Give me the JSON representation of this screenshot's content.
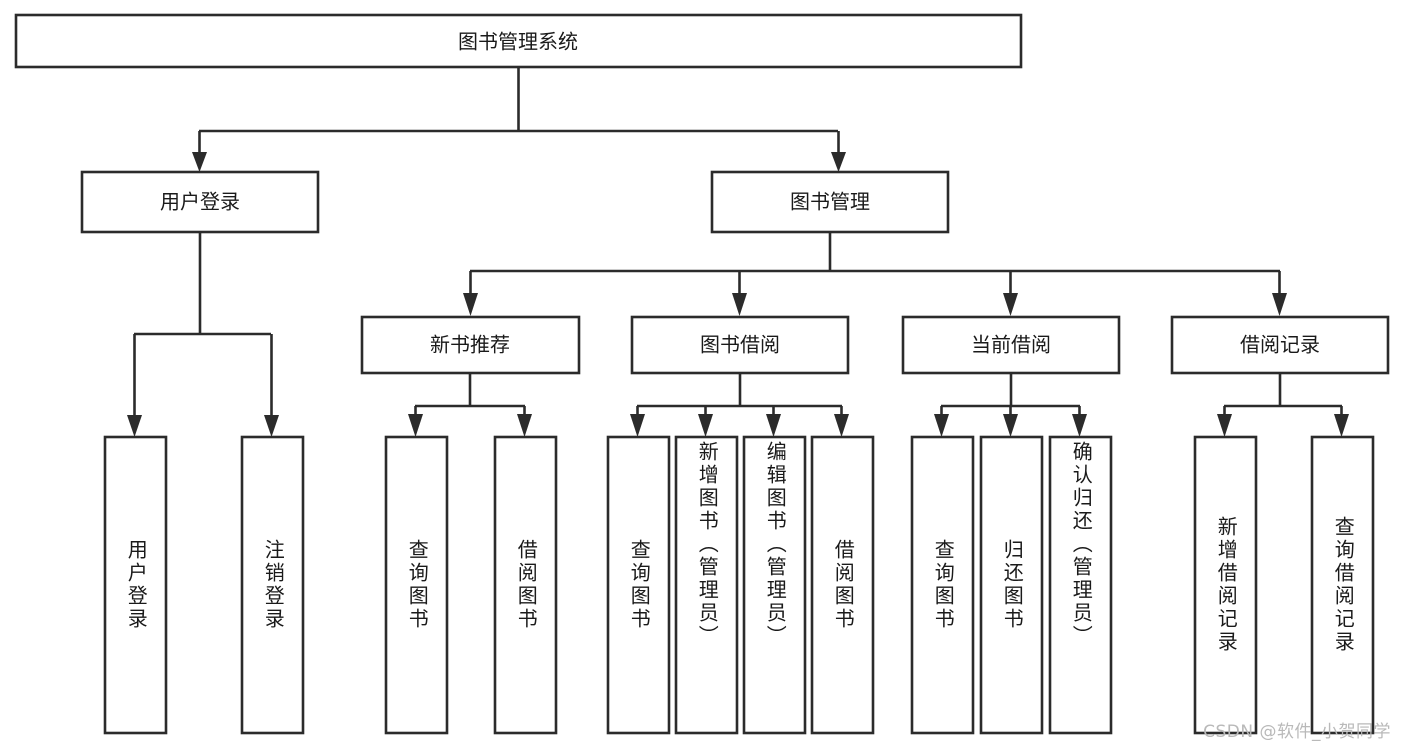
{
  "diagram": {
    "type": "tree-hierarchy",
    "title": "图书管理系统",
    "watermark": "CSDN @软件_小贺同学",
    "levels": {
      "root": {
        "label": "图书管理系统"
      },
      "level2": [
        {
          "id": "user-login",
          "label": "用户登录"
        },
        {
          "id": "book-management",
          "label": "图书管理"
        }
      ],
      "level3": [
        {
          "id": "new-book-recommend",
          "label": "新书推荐",
          "parent": "book-management"
        },
        {
          "id": "book-borrow",
          "label": "图书借阅",
          "parent": "book-management"
        },
        {
          "id": "current-borrow",
          "label": "当前借阅",
          "parent": "book-management"
        },
        {
          "id": "borrow-record",
          "label": "借阅记录",
          "parent": "book-management"
        }
      ],
      "leaves": [
        {
          "id": "leaf-user-login",
          "label": "用户登录",
          "parent": "user-login"
        },
        {
          "id": "leaf-logout-login",
          "label": "注销登录",
          "parent": "user-login"
        },
        {
          "id": "leaf-query-book-1",
          "label": "查询图书",
          "parent": "new-book-recommend"
        },
        {
          "id": "leaf-borrow-book-1",
          "label": "借阅图书",
          "parent": "new-book-recommend"
        },
        {
          "id": "leaf-query-book-2",
          "label": "查询图书",
          "parent": "book-borrow"
        },
        {
          "id": "leaf-add-book",
          "label": "新增图书（管理员）",
          "parent": "book-borrow"
        },
        {
          "id": "leaf-edit-book",
          "label": "编辑图书（管理员）",
          "parent": "book-borrow"
        },
        {
          "id": "leaf-borrow-book-2",
          "label": "借阅图书",
          "parent": "book-borrow"
        },
        {
          "id": "leaf-query-book-3",
          "label": "查询图书",
          "parent": "current-borrow"
        },
        {
          "id": "leaf-return-book",
          "label": "归还图书",
          "parent": "current-borrow"
        },
        {
          "id": "leaf-confirm-return",
          "label": "确认归还（管理员）",
          "parent": "current-borrow"
        },
        {
          "id": "leaf-add-record",
          "label": "新增借阅记录",
          "parent": "borrow-record"
        },
        {
          "id": "leaf-query-record",
          "label": "查询借阅记录",
          "parent": "borrow-record"
        }
      ]
    },
    "colors": {
      "stroke": "#2b2b2b",
      "fill": "#ffffff",
      "text": "#1a1a1a",
      "watermark": "#b9b9b9",
      "background": "#ffffff"
    }
  }
}
